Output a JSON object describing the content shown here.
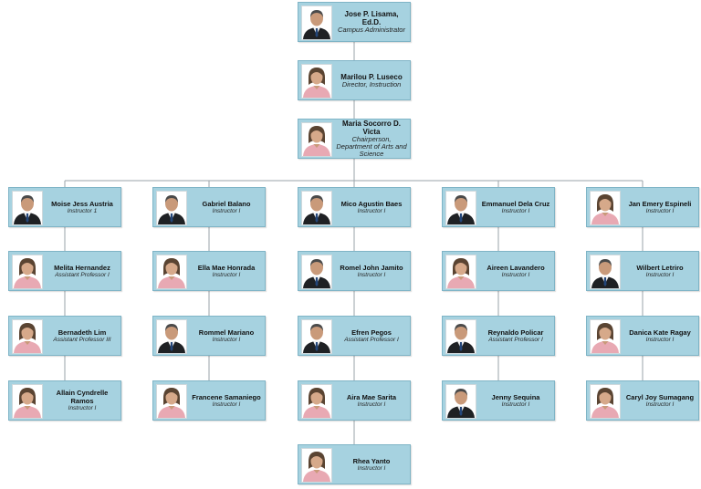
{
  "chain": [
    {
      "name": "Jose P. Lisama, Ed.D.",
      "title": "Campus Administrator",
      "gender": "male"
    },
    {
      "name": "Marilou P. Luseco",
      "title": "Director, Instruction",
      "gender": "female"
    },
    {
      "name": "Maria Socorro D. Victa",
      "title": "Chairperson, Department of Arts and Science",
      "gender": "female"
    }
  ],
  "columns": [
    [
      {
        "name": "Moise Jess Austria",
        "title": "Instructor 1",
        "gender": "male"
      },
      {
        "name": "Melita Hernandez",
        "title": "Assistant Professor I",
        "gender": "female"
      },
      {
        "name": "Bernadeth Lim",
        "title": "Assistant Professor III",
        "gender": "female"
      },
      {
        "name": "Allain Cyndrelle Ramos",
        "title": "Instructor I",
        "gender": "female"
      }
    ],
    [
      {
        "name": "Gabriel Balano",
        "title": "Instructor I",
        "gender": "male"
      },
      {
        "name": "Ella Mae Honrada",
        "title": "Instructor I",
        "gender": "female"
      },
      {
        "name": "Rommel Mariano",
        "title": "Instructor I",
        "gender": "male"
      },
      {
        "name": "Francene Samaniego",
        "title": "Instructor I",
        "gender": "female"
      }
    ],
    [
      {
        "name": "Mico Agustin Baes",
        "title": "Instructor I",
        "gender": "male"
      },
      {
        "name": "Romel John Jamito",
        "title": "Instructor I",
        "gender": "male"
      },
      {
        "name": "Efren Pegos",
        "title": "Assistant Professor I",
        "gender": "male"
      },
      {
        "name": "Aira Mae Sarita",
        "title": "Instructor I",
        "gender": "female"
      },
      {
        "name": "Rhea Yanto",
        "title": "Instructor I",
        "gender": "female"
      }
    ],
    [
      {
        "name": "Emmanuel Dela Cruz",
        "title": "Instructor I",
        "gender": "male"
      },
      {
        "name": "Aireen Lavandero",
        "title": "Instructor I",
        "gender": "female"
      },
      {
        "name": "Reynaldo Policar",
        "title": "Assistant Professor I",
        "gender": "male"
      },
      {
        "name": "Jenny Sequina",
        "title": "Instructor I",
        "gender": "male"
      }
    ],
    [
      {
        "name": "Jan Emery Espineli",
        "title": "Instructor I",
        "gender": "female"
      },
      {
        "name": "Wilbert Letriro",
        "title": "Instructor I",
        "gender": "male"
      },
      {
        "name": "Danica Kate Ragay",
        "title": "Instructor I",
        "gender": "female"
      },
      {
        "name": "Caryl Joy Sumagang",
        "title": "Instructor I",
        "gender": "female"
      }
    ]
  ],
  "colors": {
    "box": "#a6d2e0",
    "border": "#7fb4c6",
    "line": "#9aa3a8"
  }
}
